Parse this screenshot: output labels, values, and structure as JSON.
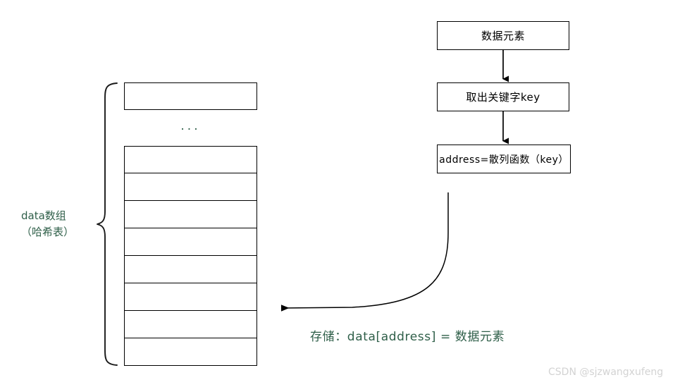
{
  "diagram": {
    "title": "hash-table-storage-flow",
    "colors": {
      "stroke": "#000000",
      "label_green": "#2f5f49",
      "watermark_gray": "#d3d3d3",
      "background": "#ffffff"
    },
    "flow_boxes": [
      {
        "id": "data-element",
        "label": "数据元素"
      },
      {
        "id": "extract-key",
        "label": "取出关键字key"
      },
      {
        "id": "hash-function",
        "label": "address=散列函数（key）"
      }
    ],
    "flow_arrows": [
      {
        "from": "data-element",
        "to": "extract-key",
        "direction": "down"
      },
      {
        "from": "extract-key",
        "to": "hash-function",
        "direction": "down"
      },
      {
        "from": "hash-function",
        "to": "array-table",
        "direction": "curve-left"
      }
    ],
    "array": {
      "label_line1": "data数组",
      "label_line2": "（哈希表）",
      "ellipsis": "...",
      "top_cell_count": 1,
      "stacked_cell_count": 8,
      "cells": [
        {
          "index": 0,
          "value": ""
        },
        {
          "index": 1,
          "value": ""
        },
        {
          "index": 2,
          "value": ""
        },
        {
          "index": 3,
          "value": ""
        },
        {
          "index": 4,
          "value": ""
        },
        {
          "index": 5,
          "value": ""
        },
        {
          "index": 6,
          "value": ""
        },
        {
          "index": 7,
          "value": ""
        },
        {
          "index": 8,
          "value": ""
        }
      ],
      "brace": "curly-brace-left"
    },
    "caption": "存储：data[address] = 数据元素",
    "watermark": "CSDN @sjzwangxufeng"
  }
}
